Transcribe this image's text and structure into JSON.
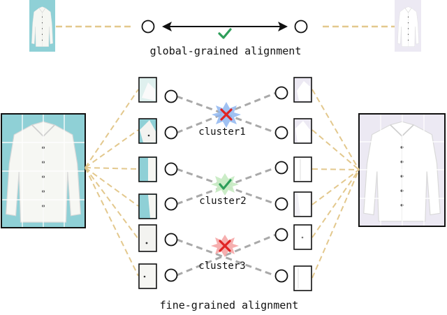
{
  "diagram": {
    "global_caption": "global-grained alignment",
    "fine_caption": "fine-grained alignment",
    "clusters": [
      {
        "label": "cluster1",
        "status": "mismatch"
      },
      {
        "label": "cluster2",
        "status": "match"
      },
      {
        "label": "cluster3",
        "status": "mismatch"
      }
    ],
    "global_status": "match",
    "colors": {
      "left_image_bg": "#8fd0d6",
      "right_image_bg": "#ece9f3",
      "shirt_left": "#f6f7f3",
      "shirt_right": "#ffffff",
      "dashed_tan": "#e3c88d",
      "dashed_gray": "#a9a9a9",
      "check_green": "#2e9e5a",
      "cross_red": "#e02424",
      "star_blue": "#8fb6f0",
      "star_green": "#c8ebc4",
      "star_pink": "#f5a6a6",
      "grid_line": "#ffffff"
    },
    "icons": [
      "check-icon",
      "cross-icon",
      "double-arrow-icon"
    ]
  }
}
